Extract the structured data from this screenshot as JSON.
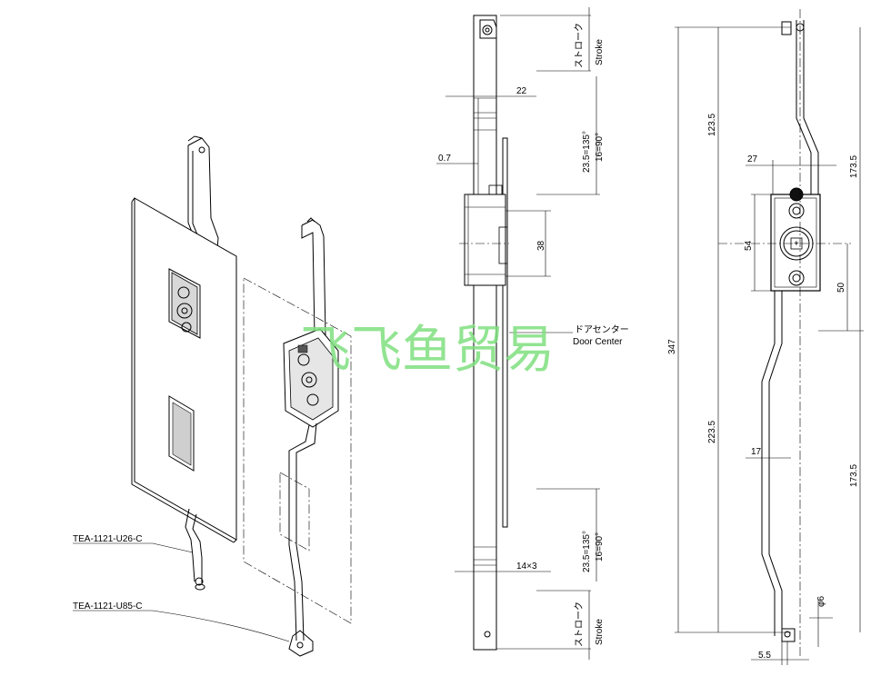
{
  "part_labels": {
    "rod_upper": "TEA-1121-U26-C",
    "rod_lower": "TEA-1121-U85-C"
  },
  "side_view": {
    "stroke_top_jp": "ストローク",
    "stroke_top_en": "Stroke",
    "dim_width": "22",
    "dim_offset": "0.7",
    "angle_top_a": "23.5=135°",
    "angle_top_b": "16=90°",
    "dim_height": "38",
    "door_center_jp": "ドアセンター",
    "door_center_en": "Door Center",
    "angle_bottom_a": "23.5=135°",
    "angle_bottom_b": "16=90°",
    "dim_bar": "14×3",
    "stroke_bottom_jp": "ストローク",
    "stroke_bottom_en": "Stroke"
  },
  "front_view": {
    "dim_total": "347",
    "dim_upper": "123.5",
    "dim_lower": "223.5",
    "dim_right_upper": "173.5",
    "dim_right_lower": "173.5",
    "dim_27": "27",
    "dim_54": "54",
    "dim_50": "50",
    "dim_17": "17",
    "dim_phi6": "φ6",
    "dim_5_5": "5.5"
  },
  "watermark": "飞飞鱼贸易"
}
